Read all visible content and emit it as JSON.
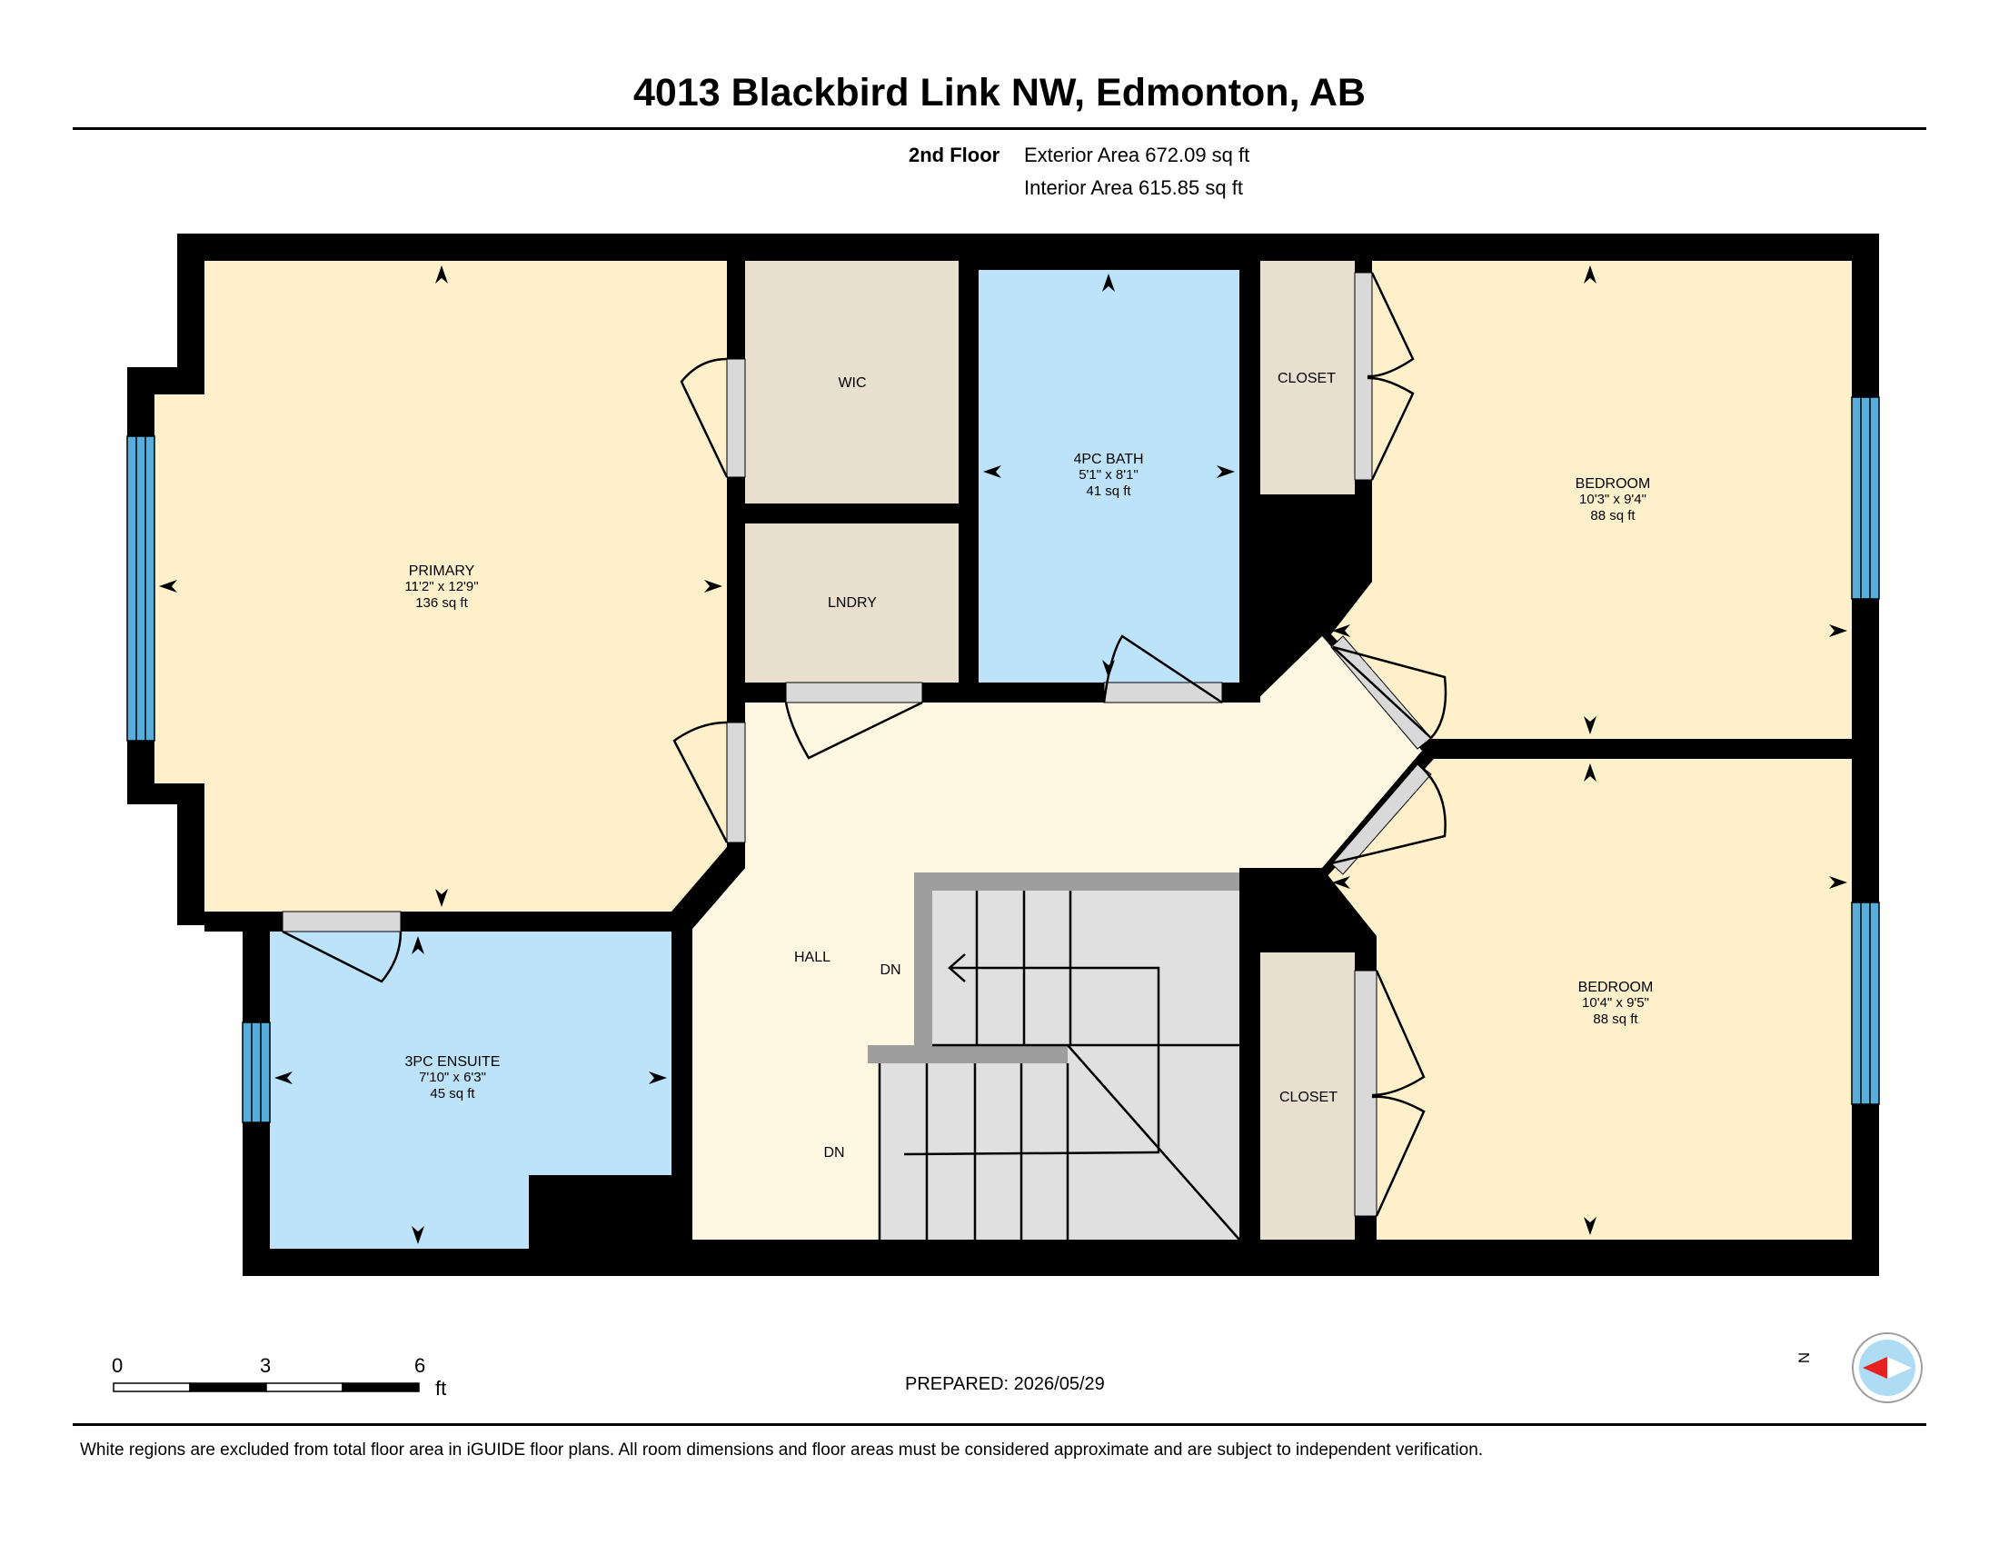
{
  "header": {
    "address": "4013 Blackbird Link NW, Edmonton, AB",
    "floor": "2nd Floor",
    "exterior_area": "Exterior Area 672.09 sq ft",
    "interior_area": "Interior Area 615.85 sq ft"
  },
  "rooms": {
    "primary": {
      "name": "PRIMARY",
      "dims": "11'2\" x 12'9\"",
      "area": "136 sq ft"
    },
    "wic": {
      "name": "WIC"
    },
    "lndry": {
      "name": "LNDRY"
    },
    "bath": {
      "name": "4PC BATH",
      "dims": "5'1\" x 8'1\"",
      "area": "41 sq ft"
    },
    "closet_top": {
      "name": "CLOSET"
    },
    "bedroom_top": {
      "name": "BEDROOM",
      "dims": "10'3\" x 9'4\"",
      "area": "88 sq ft"
    },
    "hall": {
      "name": "HALL"
    },
    "stairs_dn_top": {
      "name": "DN"
    },
    "stairs_dn_bottom": {
      "name": "DN"
    },
    "ensuite": {
      "name": "3PC ENSUITE",
      "dims": "7'10\" x 6'3\"",
      "area": "45 sq ft"
    },
    "closet_bottom": {
      "name": "CLOSET"
    },
    "bedroom_bottom": {
      "name": "BEDROOM",
      "dims": "10'4\" x 9'5\"",
      "area": "88 sq ft"
    }
  },
  "scale": {
    "ticks": [
      "0",
      "3",
      "6"
    ],
    "unit": "ft"
  },
  "compass": {
    "label": "N"
  },
  "prepared": "PREPARED: 2026/05/29",
  "footer": "White regions are excluded from total floor area in iGUIDE floor plans. All room dimensions and floor areas must be considered approximate and are subject to independent verification.",
  "colors": {
    "bedroom": "#fdf0cb",
    "bath": "#bde3fa",
    "storage": "#e8dfce",
    "hall": "#fef8e2",
    "stairs": "#e0e0e0",
    "wall": "#000000",
    "window": "#57aedd"
  }
}
